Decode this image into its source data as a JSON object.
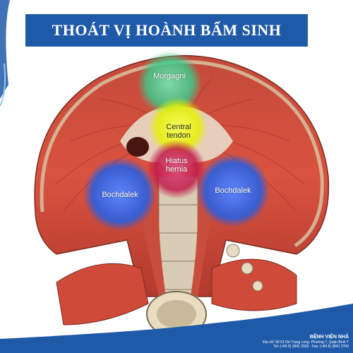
{
  "title": "THOÁT VỊ HOÀNH BẨM SINH",
  "labels": {
    "morgagni": "Morgagni",
    "central_line1": "Central",
    "central_line2": "tendon",
    "hiatus_line1": "Hiatus",
    "hiatus_line2": "hernia",
    "bochdalek_left": "Bochdalek",
    "bochdalek_right": "Bochdalek"
  },
  "colors": {
    "title_bg": "#1f5aa8",
    "morgagni": "#3ec98a",
    "central_tendon": "#e6f000",
    "hiatus": "#c01a4a",
    "bochdalek": "#2a5fe0"
  },
  "footer": {
    "hospital": "BỆNH VIỆN NHÂ",
    "address": "Địa chỉ: 50 01 Nơ Trang Long, Phường 7, Quận Bình T",
    "phone": "Tel: (+84 8) 3841 2692 - Fax: (+84 8) 3841 2700"
  }
}
